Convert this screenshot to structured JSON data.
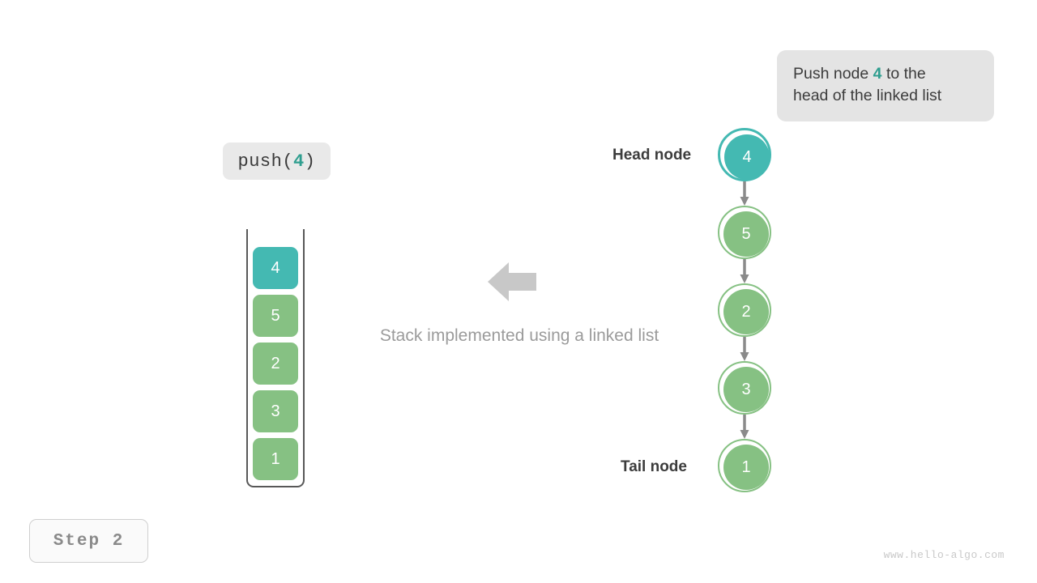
{
  "annotation": {
    "prefix": "Push node ",
    "value": "4",
    "suffix": " to the",
    "line2": "head of the linked list"
  },
  "push_label": {
    "name": "push(",
    "value": "4",
    "close": ")"
  },
  "caption": "Stack implemented using a linked list",
  "labels": {
    "head": "Head node",
    "tail": "Tail node"
  },
  "step_badge": "Step  2",
  "watermark": "www.hello-algo.com",
  "colors": {
    "teal": "#44b9b2",
    "green": "#86c183",
    "arrow_gray": "#8a8a8a",
    "flow_arrow_gray": "#c8c8c8",
    "callout_bg": "#e4e4e4",
    "text_dark": "#3c3c3c",
    "text_muted": "#9b9b9b"
  },
  "chart_data": {
    "type": "diagram",
    "title": "Stack implemented using a linked list",
    "stack": {
      "orientation": "vertical",
      "top_at": "top",
      "cells": [
        {
          "value": "4",
          "color": "teal",
          "highlight": true
        },
        {
          "value": "5",
          "color": "green",
          "highlight": false
        },
        {
          "value": "2",
          "color": "green",
          "highlight": false
        },
        {
          "value": "3",
          "color": "green",
          "highlight": false
        },
        {
          "value": "1",
          "color": "green",
          "highlight": false
        }
      ]
    },
    "linked_list": {
      "direction": "head-to-tail, top-to-bottom",
      "nodes": [
        {
          "value": "4",
          "color": "teal",
          "role": "head",
          "highlight": true
        },
        {
          "value": "5",
          "color": "green",
          "role": "middle",
          "highlight": false
        },
        {
          "value": "2",
          "color": "green",
          "role": "middle",
          "highlight": false
        },
        {
          "value": "3",
          "color": "green",
          "role": "middle",
          "highlight": false
        },
        {
          "value": "1",
          "color": "green",
          "role": "tail",
          "highlight": false
        }
      ],
      "arrows": 4
    },
    "operation": "push(4)",
    "step": 2
  }
}
